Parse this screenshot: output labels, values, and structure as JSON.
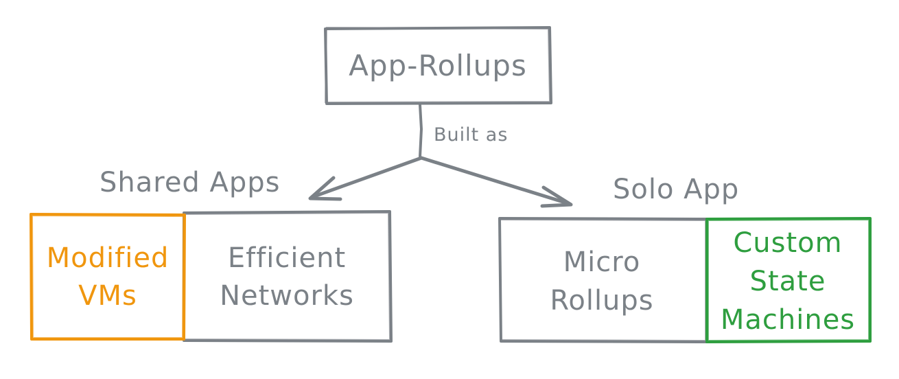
{
  "colors": {
    "stroke": "#7b8187",
    "text": "#7b8187",
    "orange": "#f0960e",
    "green": "#2e9e3f",
    "background": "#ffffff"
  },
  "diagram": {
    "top_node": {
      "label": "App-Rollups"
    },
    "edge_label": "Built as",
    "left_group": {
      "title": "Shared Apps",
      "boxes": [
        {
          "lines": [
            "Modified",
            "VMs"
          ],
          "color": "orange"
        },
        {
          "lines": [
            "Efficient",
            "Networks"
          ],
          "color": "gray"
        }
      ]
    },
    "right_group": {
      "title": "Solo App",
      "boxes": [
        {
          "lines": [
            "Micro",
            "Rollups"
          ],
          "color": "gray"
        },
        {
          "lines": [
            "Custom",
            "State",
            "Machines"
          ],
          "color": "green"
        }
      ]
    }
  }
}
